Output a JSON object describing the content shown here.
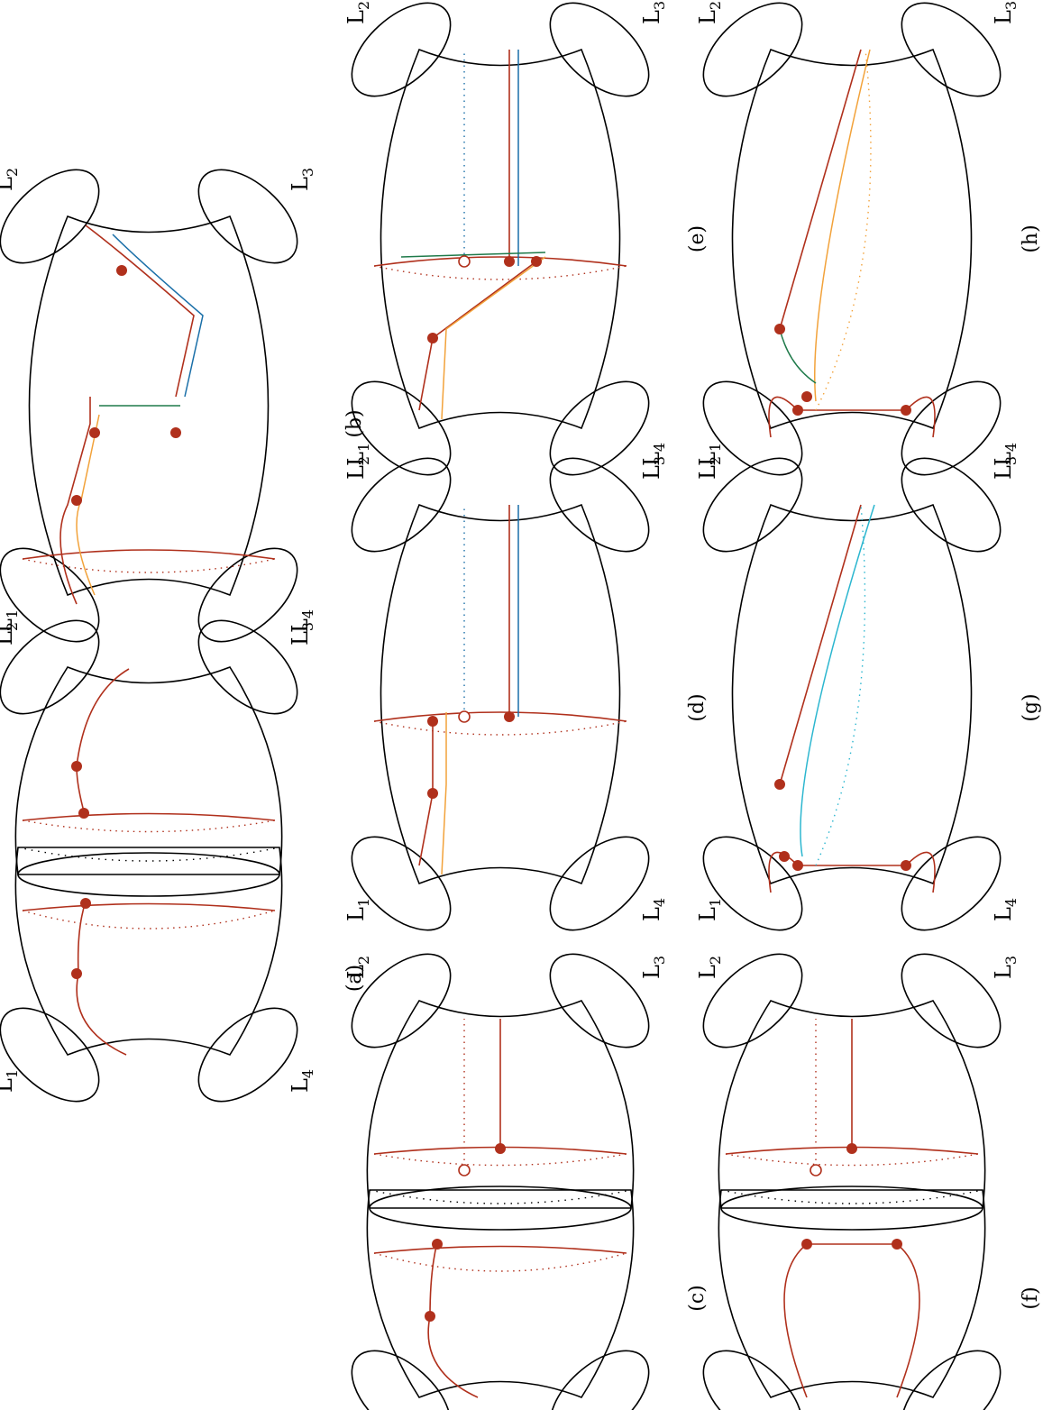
{
  "colors": {
    "red": "#b0301c",
    "blue": "#1a6fa8",
    "orange": "#f2a23a",
    "green": "#1f7a4a",
    "cyan": "#2bb6cf",
    "outline": "#000000"
  },
  "boundary_labels": {
    "L1": "L",
    "L1_sub": "1",
    "L2": "L",
    "L2_sub": "2",
    "L3": "L",
    "L3_sub": "3",
    "L4": "L",
    "L4_sub": "4"
  },
  "captions": {
    "a": "(a)",
    "b": "(b)",
    "c": "(c)",
    "d": "(d)",
    "e": "(e)",
    "f": "(f)",
    "g": "(g)",
    "h": "(h)"
  }
}
